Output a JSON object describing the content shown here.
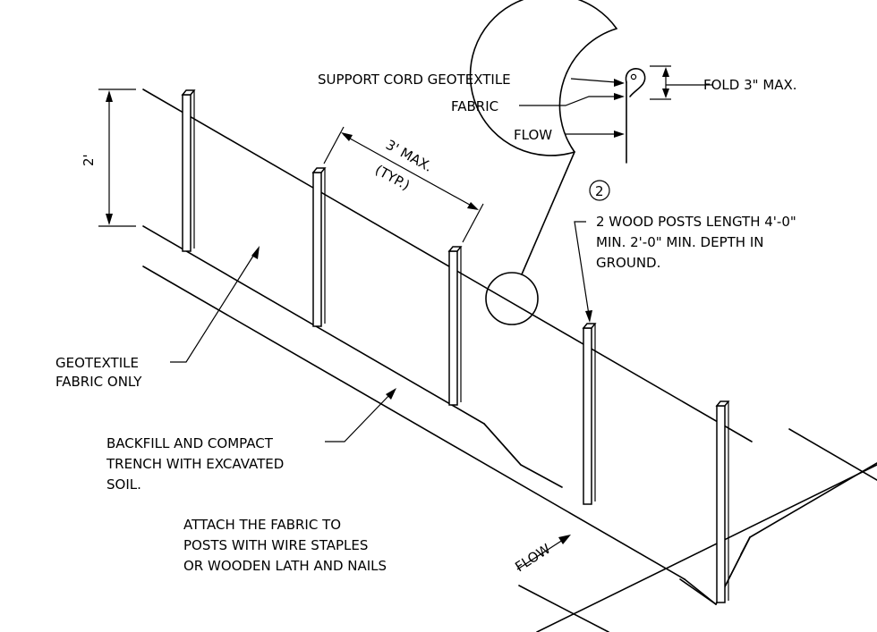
{
  "labels": {
    "height_dim": "2'",
    "spacing_dim_1": "3' MAX.",
    "spacing_dim_2": "(TYP.)",
    "detail_support_cord": "SUPPORT CORD GEOTEXTILE",
    "detail_fabric": "FABRIC",
    "detail_flow": "FLOW",
    "detail_fold": "FOLD 3\" MAX.",
    "callout_number": "2",
    "posts_line1": "2 WOOD POSTS LENGTH 4'-0\"",
    "posts_line2": "MIN. 2'-0\" MIN. DEPTH IN",
    "posts_line3": "GROUND.",
    "geotextile_line1": "GEOTEXTILE",
    "geotextile_line2": "FABRIC ONLY",
    "backfill_line1": "BACKFILL AND COMPACT",
    "backfill_line2": "TRENCH WITH EXCAVATED",
    "backfill_line3": "SOIL.",
    "attach_line1": "ATTACH THE FABRIC TO",
    "attach_line2": "POSTS WITH WIRE STAPLES",
    "attach_line3": "OR WOODEN LATH AND NAILS",
    "flow_arrow": "FLOW"
  },
  "colors": {
    "ink": "#000000",
    "paper": "#ffffff"
  }
}
